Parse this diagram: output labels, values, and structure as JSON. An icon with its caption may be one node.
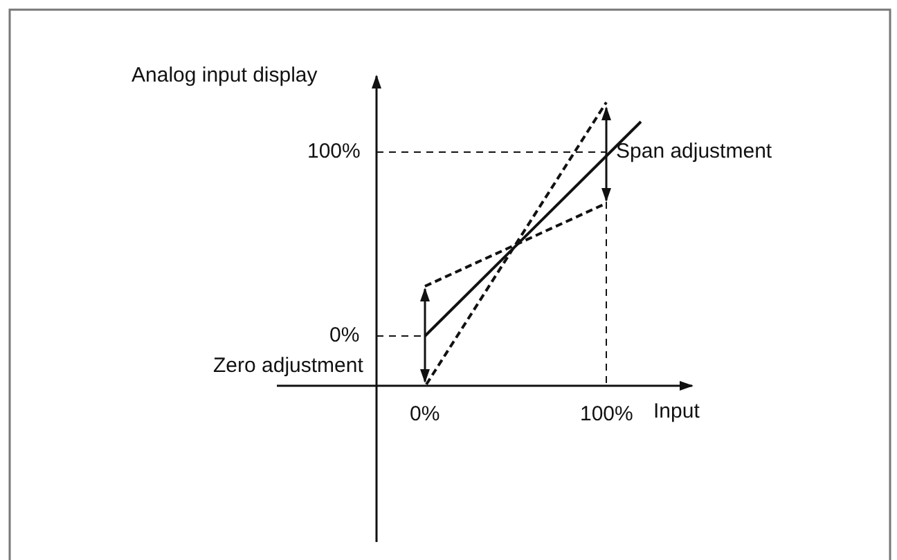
{
  "diagram": {
    "labels": [
      "Analog input display",
      "100%",
      "Span adjustment",
      "0%",
      "Zero adjustment",
      "0%",
      "100%",
      "Input"
    ]
  }
}
